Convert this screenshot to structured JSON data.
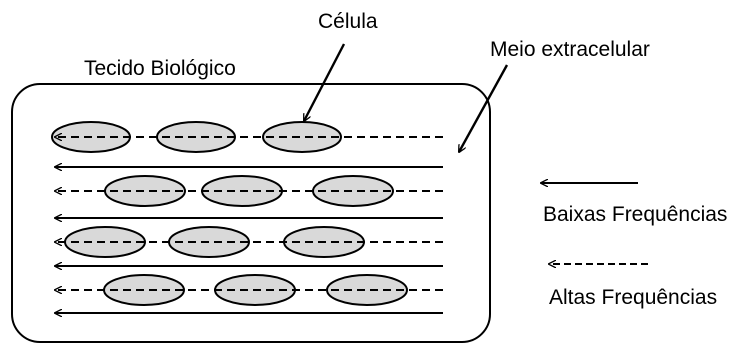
{
  "labels": {
    "cell": "Célula",
    "tissue": "Tecido Biológico",
    "extracellular": "Meio extracelular",
    "low_freq": "Baixas Frequências",
    "high_freq": "Altas Frequências"
  },
  "colors": {
    "cell_fill": "#d9d9d9",
    "stroke": "#000000",
    "background": "#ffffff"
  }
}
